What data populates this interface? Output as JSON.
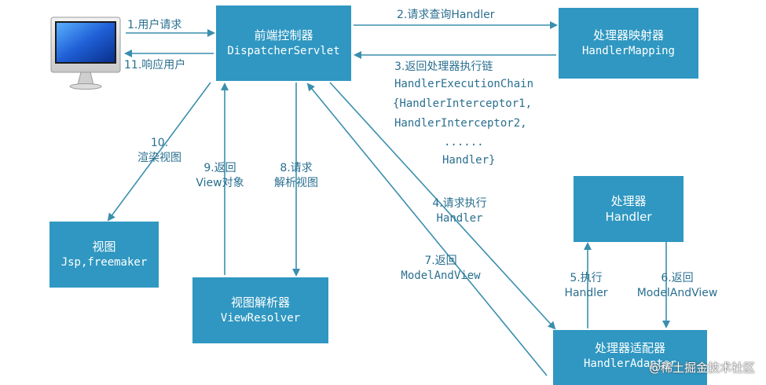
{
  "boxes": {
    "dispatcher": {
      "line1": "前端控制器",
      "line2": "DispatcherServlet"
    },
    "mapping": {
      "line1": "处理器映射器",
      "line2": "HandlerMapping"
    },
    "view": {
      "line1": "视图",
      "line2": "Jsp,freemaker"
    },
    "resolver": {
      "line1": "视图解析器",
      "line2": "ViewResolver"
    },
    "handler": {
      "line1": "处理器",
      "line2": "Handler"
    },
    "adapter": {
      "line1": "处理器适配器",
      "line2": "HandlerAdapter"
    }
  },
  "labels": {
    "s1": "1.用户请求",
    "s11": "11.响应用户",
    "s2": "2.请求查询Handler",
    "s3_head": "3.返回处理器执行链",
    "s3_lines": [
      "HandlerExecutionChain",
      "{HandlerInterceptor1,",
      "HandlerInterceptor2,",
      "......",
      "Handler}"
    ],
    "s10_a": "10.",
    "s10_b": "渲染视图",
    "s9_a": "9.返回",
    "s9_b": "View对象",
    "s8_a": "8.请求",
    "s8_b": "解析视图",
    "s4_a": "4.请求执行",
    "s4_b": "Handler",
    "s7_a": "7.返回",
    "s7_b": "ModelAndView",
    "s5_a": "5.执行",
    "s5_b": "Handler",
    "s6_a": "6.返回",
    "s6_b": "ModelAndView"
  },
  "icons": {
    "computer": "computer-icon"
  },
  "colors": {
    "box": "#2f97c1",
    "arrow": "#3a8fae",
    "text": "#2a6f90"
  },
  "watermark": "@稀土掘金技术社区"
}
